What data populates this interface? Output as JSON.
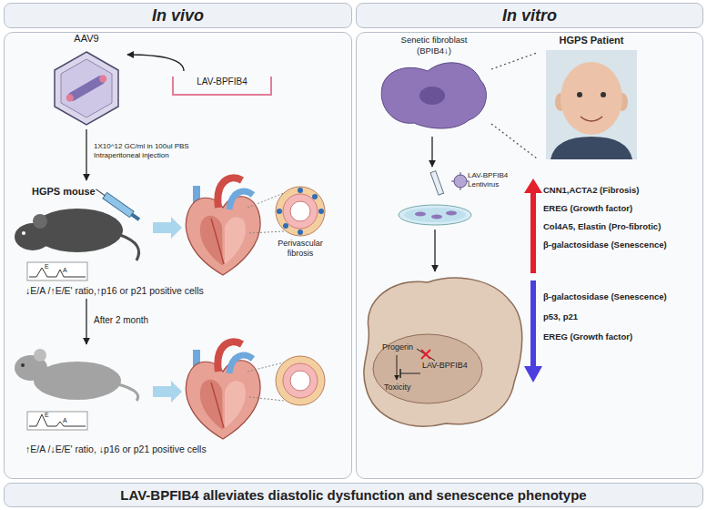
{
  "diagram": {
    "caption": "LAV-BPFIB4 alleviates diastolic dysfunction and senescence phenotype",
    "nodes": [
      {
        "text": [
          "In vivo"
        ]
      },
      {
        "text": [
          "AAV9"
        ],
        "in": 0
      },
      {
        "text": [
          "LAV-BPFIB4"
        ],
        "in": 0
      },
      {
        "text": [
          "HGPS mouse"
        ],
        "in": 0
      },
      {
        "text": [
          "In vitro"
        ]
      },
      {
        "text": [
          "Senetic fibroblast (BPIB4↓)"
        ],
        "in": 4
      },
      {
        "text": [
          "HGPS Patient"
        ],
        "in": 4
      },
      {
        "text": [
          "LAV-BPFIB4 Lentivirus"
        ],
        "in": 4
      },
      {
        "text": [
          "Progerin",
          "LAV-BPFIB4",
          "Toxicity"
        ],
        "in": 4
      }
    ],
    "edges": [
      {
        "from": 2,
        "to": 1,
        "arrow": "to"
      },
      {
        "from": 1,
        "to": 3,
        "label": "1X10^12 GC/ml in 100ul PBS Intraperitoneal injection",
        "arrow": "to"
      },
      {
        "from": 5,
        "to": 6,
        "arrow": "none"
      },
      {
        "from": 5,
        "to": 6,
        "arrow": "none"
      }
    ],
    "labels": [
      "Perivascular fibrosis",
      "E",
      "A",
      "↓E/A /↑E/E' ratio,↑p16 or p21 positive cells",
      "After 2 month",
      "E",
      "A",
      "↑E/A /↓E/E' ratio, ↓p16 or p21 positive cells",
      "CNN1,ACTA2 (Fibrosis)",
      "EREG (Growth factor)",
      "Col4A5, Elastin (Pro-fibrotic)",
      "β-galactosidase (Senescence)",
      "β-galactosidase (Senescence)",
      "p53, p21",
      "EREG (Growth factor)"
    ]
  }
}
